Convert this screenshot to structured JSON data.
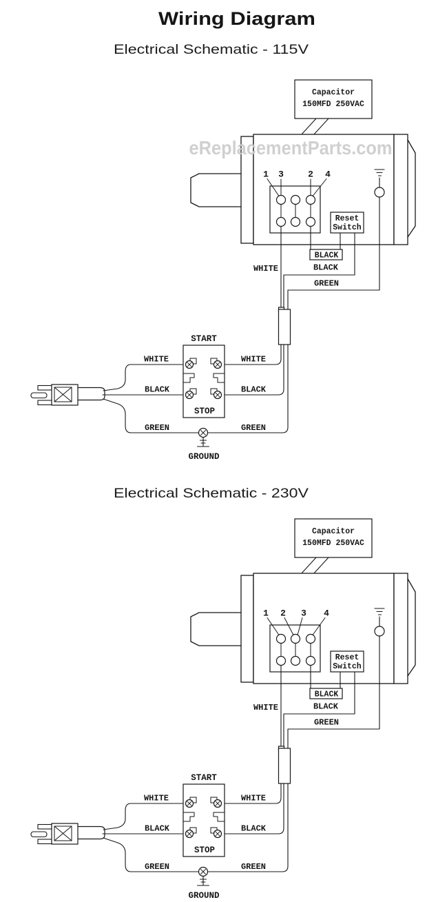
{
  "title": "Wiring Diagram",
  "watermark": "eReplacementParts.com",
  "schematics": [
    {
      "title": "Electrical Schematic - 115V",
      "capacitor": {
        "line1": "Capacitor",
        "line2": "150MFD 250VAC"
      },
      "terminals": {
        "labels": [
          "1",
          "3",
          "2",
          "4"
        ],
        "connects_to_column": [
          1,
          1,
          3,
          3
        ]
      },
      "reset_switch": {
        "line1": "Reset",
        "line2": "Switch"
      },
      "wires": {
        "motor_white": "WHITE",
        "motor_black_boxed": "BLACK",
        "motor_black": "BLACK",
        "motor_green": "GREEN",
        "switch_left_white": "WHITE",
        "switch_left_black": "BLACK",
        "switch_right_white": "WHITE",
        "switch_right_black": "BLACK",
        "bottom_green_left": "GREEN",
        "bottom_green_right": "GREEN"
      },
      "switch": {
        "start": "START",
        "stop": "STOP"
      },
      "ground_label": "GROUND"
    },
    {
      "title": "Electrical Schematic - 230V",
      "capacitor": {
        "line1": "Capacitor",
        "line2": "150MFD 250VAC"
      },
      "terminals": {
        "labels": [
          "1",
          "2",
          "3",
          "4"
        ],
        "connects_to_column": [
          1,
          2,
          2,
          3
        ]
      },
      "reset_switch": {
        "line1": "Reset",
        "line2": "Switch"
      },
      "wires": {
        "motor_white": "WHITE",
        "motor_black_boxed": "BLACK",
        "motor_black": "BLACK",
        "motor_green": "GREEN",
        "switch_left_white": "WHITE",
        "switch_left_black": "BLACK",
        "switch_right_white": "WHITE",
        "switch_right_black": "BLACK",
        "bottom_green_left": "GREEN",
        "bottom_green_right": "GREEN"
      },
      "switch": {
        "start": "START",
        "stop": "STOP"
      },
      "ground_label": "GROUND"
    }
  ]
}
